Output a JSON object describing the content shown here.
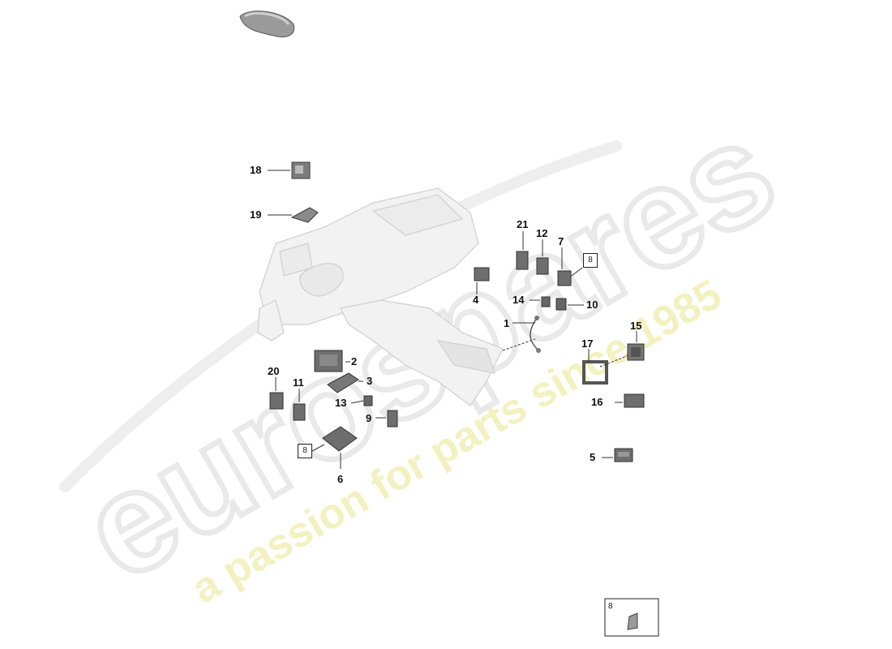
{
  "watermark": {
    "brand": "eurospares",
    "tagline": "a passion for parts since 1985",
    "brand_color": "#e6e6e6",
    "tagline_color": "#f0eeb0"
  },
  "callouts": [
    {
      "id": "18",
      "label": "18"
    },
    {
      "id": "19",
      "label": "19"
    },
    {
      "id": "21",
      "label": "21"
    },
    {
      "id": "12",
      "label": "12"
    },
    {
      "id": "7",
      "label": "7"
    },
    {
      "id": "4",
      "label": "4"
    },
    {
      "id": "14",
      "label": "14"
    },
    {
      "id": "10",
      "label": "10"
    },
    {
      "id": "1",
      "label": "1"
    },
    {
      "id": "15",
      "label": "15"
    },
    {
      "id": "17",
      "label": "17"
    },
    {
      "id": "2",
      "label": "2"
    },
    {
      "id": "3",
      "label": "3"
    },
    {
      "id": "20",
      "label": "20"
    },
    {
      "id": "11",
      "label": "11"
    },
    {
      "id": "13",
      "label": "13"
    },
    {
      "id": "9",
      "label": "9"
    },
    {
      "id": "16",
      "label": "16"
    },
    {
      "id": "6",
      "label": "6"
    },
    {
      "id": "5",
      "label": "5"
    }
  ],
  "boxed_refs": {
    "near_7": "8",
    "near_6": "8",
    "detail_panel": "8"
  }
}
